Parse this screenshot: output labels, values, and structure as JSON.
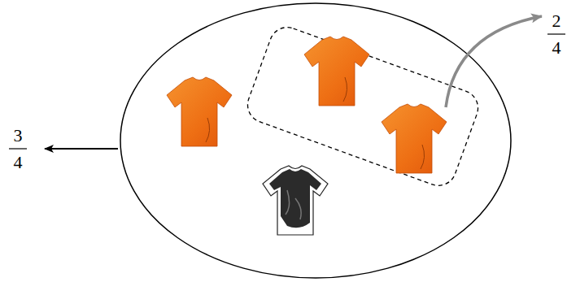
{
  "diagram": {
    "labels": [
      "3",
      "4",
      "2",
      "4"
    ]
  }
}
